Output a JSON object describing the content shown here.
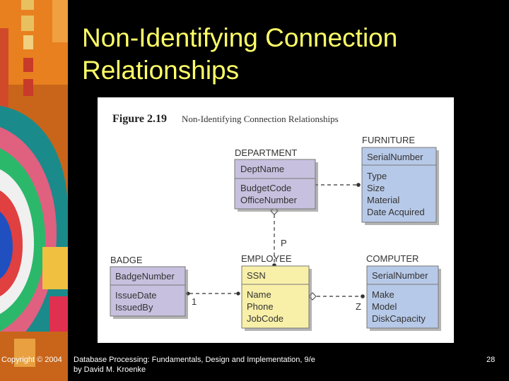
{
  "slide": {
    "title_line1": "Non-Identifying Connection",
    "title_line2": "Relationships",
    "page_number": "28"
  },
  "figure": {
    "label": "Figure 2.19",
    "caption": "Non-Identifying Connection Relationships"
  },
  "entities": {
    "department": {
      "name": "DEPARTMENT",
      "key": "DeptName",
      "attrs": [
        "BudgetCode",
        "OfficeNumber"
      ]
    },
    "furniture": {
      "name": "FURNITURE",
      "key": "SerialNumber",
      "attrs": [
        "Type",
        "Size",
        "Material",
        "Date Acquired"
      ]
    },
    "badge": {
      "name": "BADGE",
      "key": "BadgeNumber",
      "attrs": [
        "IssueDate",
        "IssuedBy"
      ]
    },
    "employee": {
      "name": "EMPLOYEE",
      "key": "SSN",
      "attrs": [
        "Name",
        "Phone",
        "JobCode"
      ]
    },
    "computer": {
      "name": "COMPUTER",
      "key": "SerialNumber",
      "attrs": [
        "Make",
        "Model",
        "DiskCapacity"
      ]
    }
  },
  "relationships": {
    "dept_employee_label": "P",
    "badge_employee_label": "1",
    "employee_computer_label": "Z"
  },
  "footer": {
    "copyright": "Copyright © 2004",
    "book_line1": "Database Processing: Fundamentals, Design and Implementation, 9/e",
    "book_line2": "by David M. Kroenke"
  },
  "colors": {
    "title": "#ffff66",
    "purple_entity": "#c7c0de",
    "blue_entity": "#b7c9e8",
    "yellow_entity": "#f8f0a8",
    "entity_text": "#333333"
  }
}
